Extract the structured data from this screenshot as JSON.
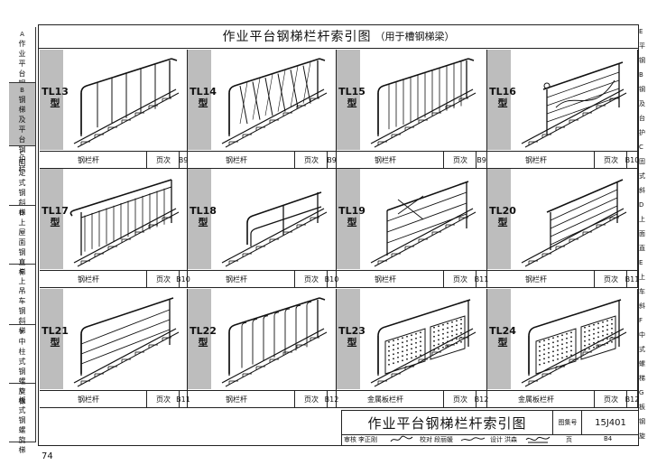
{
  "title": "作业平台钢梯栏杆索引图",
  "subtitle": "（用于槽钢梯梁）",
  "sidebar": [
    {
      "letter": "A",
      "name": "作业平台钢梯"
    },
    {
      "letter": "B",
      "name": "钢梯及平台钢护栏"
    },
    {
      "letter": "C",
      "name": "固定式钢斜梯"
    },
    {
      "letter": "D",
      "name": "上屋面钢直梯"
    },
    {
      "letter": "E",
      "name": "上吊车钢斜梯"
    },
    {
      "letter": "F",
      "name": "中柱式钢螺旋梯"
    },
    {
      "letter": "G",
      "name": "板式钢螺旋梯"
    }
  ],
  "page_label": "页次",
  "cells": [
    {
      "code": "TL13",
      "suffix": "型",
      "name": "钢栏杆",
      "page": "B9"
    },
    {
      "code": "TL14",
      "suffix": "型",
      "name": "钢栏杆",
      "page": "B9"
    },
    {
      "code": "TL15",
      "suffix": "型",
      "name": "钢栏杆",
      "page": "B9"
    },
    {
      "code": "TL16",
      "suffix": "型",
      "name": "钢栏杆",
      "page": "B10"
    },
    {
      "code": "TL17",
      "suffix": "型",
      "name": "钢栏杆",
      "page": "B10"
    },
    {
      "code": "TL18",
      "suffix": "型",
      "name": "钢栏杆",
      "page": "B10"
    },
    {
      "code": "TL19",
      "suffix": "型",
      "name": "钢栏杆",
      "page": "B11"
    },
    {
      "code": "TL20",
      "suffix": "型",
      "name": "钢栏杆",
      "page": "B11"
    },
    {
      "code": "TL21",
      "suffix": "型",
      "name": "钢栏杆",
      "page": "B11"
    },
    {
      "code": "TL22",
      "suffix": "型",
      "name": "钢栏杆",
      "page": "B12"
    },
    {
      "code": "TL23",
      "suffix": "型",
      "name": "金属板栏杆",
      "page": "B12"
    },
    {
      "code": "TL24",
      "suffix": "型",
      "name": "金属板栏杆",
      "page": "B12"
    }
  ],
  "title_block": {
    "title": "作业平台钢梯栏杆索引图",
    "atlas_label": "图集号",
    "atlas_no": "15J401",
    "review_label": "审核",
    "reviewer": "李正刚",
    "check_label": "校对",
    "checker": "段丽媛",
    "design_label": "设计",
    "designer": "洪森",
    "page_label": "页",
    "page_no": "B4"
  },
  "page_number": "74",
  "right_clip": [
    "E",
    "平",
    "钢",
    "B",
    "钢",
    "及",
    "台",
    "护",
    "C",
    "固",
    "式",
    "斜",
    "D",
    "上",
    "面",
    "直",
    "E",
    "上",
    "车",
    "斜",
    "F",
    "中",
    "式",
    "螺",
    "梯",
    "G",
    "板",
    "钢",
    "旋"
  ]
}
